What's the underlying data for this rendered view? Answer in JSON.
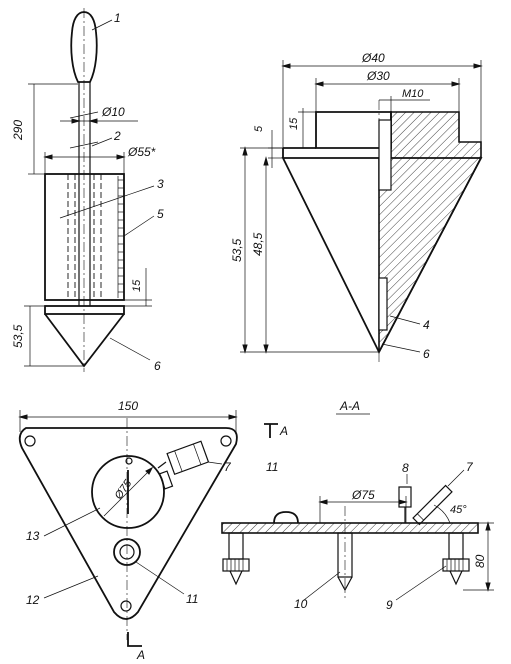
{
  "labels": {
    "part1": "1",
    "part2": "2",
    "part3": "3",
    "part4": "4",
    "part5": "5",
    "part6a": "6",
    "part6b": "6",
    "part7a": "7",
    "part7b": "7",
    "part8": "8",
    "part9": "9",
    "part10": "10",
    "part11a": "11",
    "part11b": "11",
    "part12": "12",
    "part13": "13"
  },
  "dims": {
    "d290": "290",
    "dia10": "Ø10",
    "dia55": "Ø55*",
    "d15a": "15",
    "d53_5a": "53,5",
    "dia40": "Ø40",
    "dia30": "Ø30",
    "m10": "M10",
    "d5": "5",
    "d15b": "15",
    "d53_5b": "53,5",
    "d48_5": "48,5",
    "d150": "150",
    "dia75a": "Ø75",
    "dia75b": "Ø75",
    "ang45": "45°",
    "d80": "80"
  },
  "section": {
    "title": "А-А",
    "cut_a_top": "А",
    "cut_a_bottom": "А"
  }
}
